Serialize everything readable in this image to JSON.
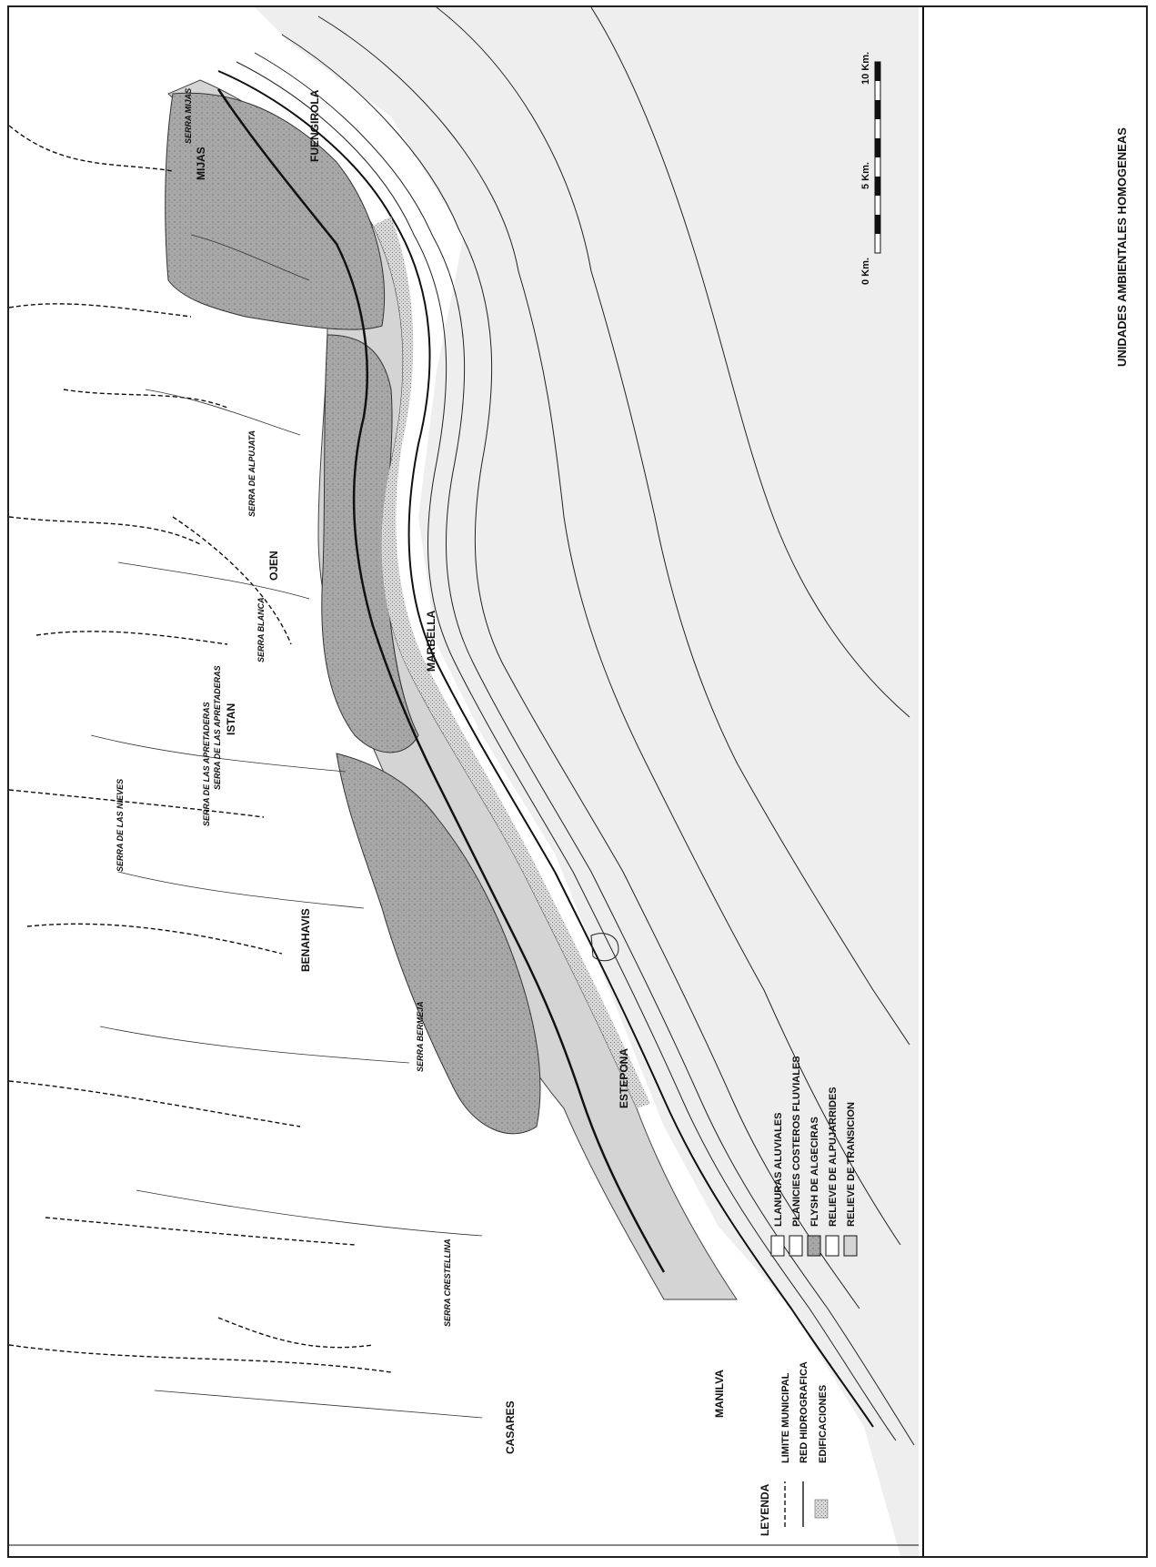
{
  "map": {
    "title": "UNIDADES AMBIENTALES HOMOGENEAS",
    "legend": {
      "heading": "LEYENDA",
      "lines": [
        {
          "label": "LIMITE MUNICIPAL",
          "style": "dashed"
        },
        {
          "label": "RED HIDROGRAFICA",
          "style": "solid"
        },
        {
          "label": "EDIFICACIONES",
          "style": "texture"
        }
      ],
      "units": [
        {
          "label": "LLANURAS ALUVIALES",
          "fill": "#ffffff"
        },
        {
          "label": "PLANICIES COSTEROS FLUVIALES",
          "fill": "#ffffff"
        },
        {
          "label": "FLYSH DE ALGECIRAS",
          "fill": "#9a9a9a"
        },
        {
          "label": "RELIEVE DE ALPUJARRIDES",
          "fill": "#ffffff"
        },
        {
          "label": "RELIEVE DE TRANSICION",
          "fill": "#d4d4d4"
        }
      ]
    },
    "scale": {
      "ticks": [
        "0 Km.",
        "5 Km.",
        "10 Km."
      ]
    },
    "places": {
      "fuengirola": "FUENGIROLA",
      "mijas": "MIJAS",
      "marbella": "MARBELLA",
      "ojen": "OJEN",
      "istan": "ISTAN",
      "benahavis": "BENAHAVIS",
      "estepona": "ESTEPONA",
      "casares": "CASARES",
      "manilva": "MANILVA"
    },
    "serras": {
      "mijas": "SERRA MIJAS",
      "alpujata": "SERRA DE ALPUJATA",
      "blanca": "SERRA BLANCA",
      "apretaderas_1": "SERRA DE LAS APRETADERAS",
      "apretaderas_2": "SERRA DE LAS APRETADERAS",
      "nieves": "SERRA DE LAS NIEVES",
      "bermeja": "SERRA BERMEJA",
      "crestellina": "SERRA CRESTELLINA"
    },
    "colors": {
      "flysch": "#9a9a9a",
      "transicion": "#d4d4d4",
      "sea": "#eeeeee",
      "ink": "#111111"
    }
  }
}
